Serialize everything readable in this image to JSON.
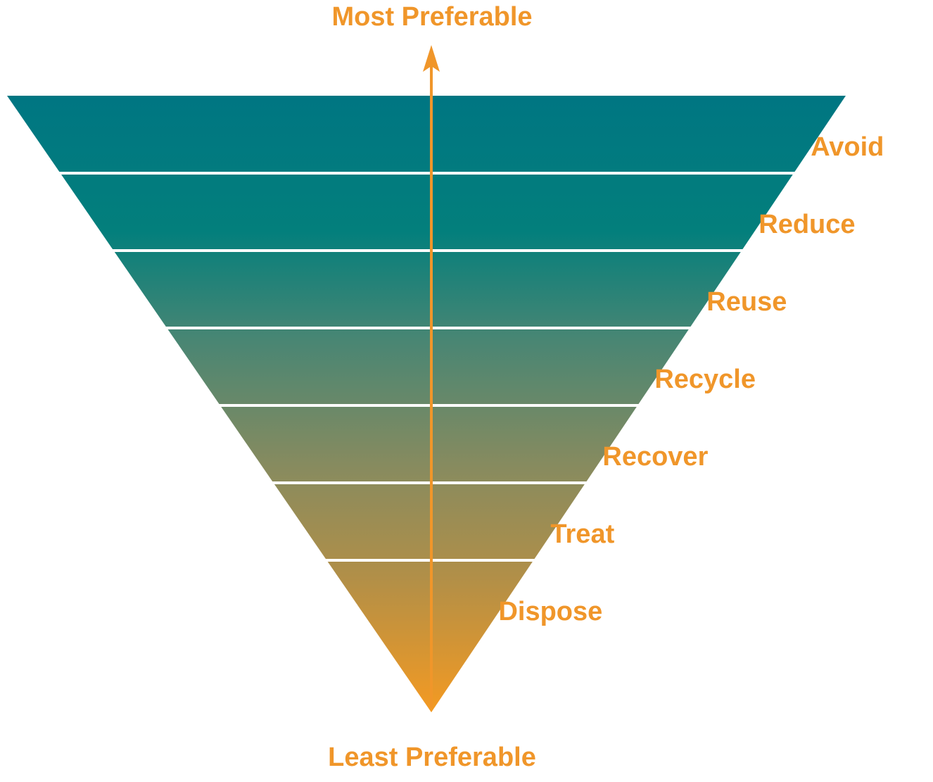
{
  "diagram": {
    "top_label": "Most Preferable",
    "bottom_label": "Least Preferable",
    "levels": [
      {
        "label": "Avoid",
        "color": "#007682"
      },
      {
        "label": "Reduce",
        "color": "#037f7c"
      },
      {
        "label": "Reuse",
        "color": "#3d8476"
      },
      {
        "label": "Recycle",
        "color": "#63876c"
      },
      {
        "label": "Recover",
        "color": "#878b5f"
      },
      {
        "label": "Treat",
        "color": "#a88f4e"
      },
      {
        "label": "Dispose",
        "color": "#d89530"
      }
    ],
    "colors": {
      "accent": "#f0962a",
      "top_gradient": "#007682",
      "bottom_gradient": "#f49a22",
      "separator": "#ffffff"
    }
  }
}
